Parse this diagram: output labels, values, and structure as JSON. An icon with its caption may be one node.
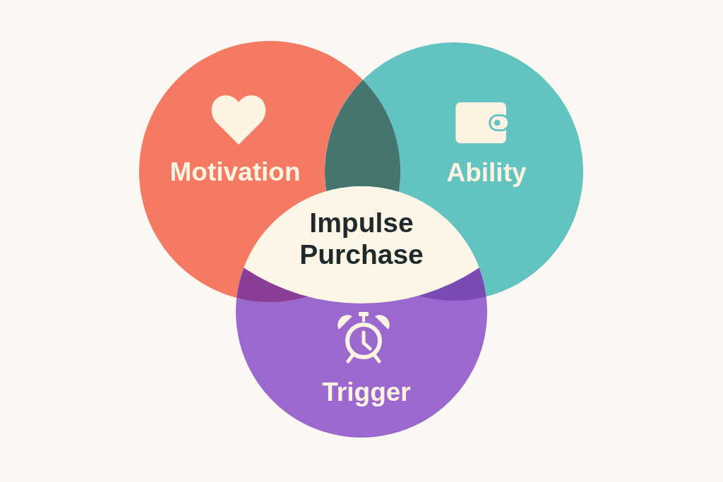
{
  "diagram": {
    "nodes": [
      {
        "text": [
          "Motivation"
        ]
      },
      {
        "text": [
          "Ability"
        ]
      },
      {
        "text": [
          "Impulse Purchase"
        ]
      },
      {
        "text": [
          "Trigger"
        ]
      }
    ]
  }
}
